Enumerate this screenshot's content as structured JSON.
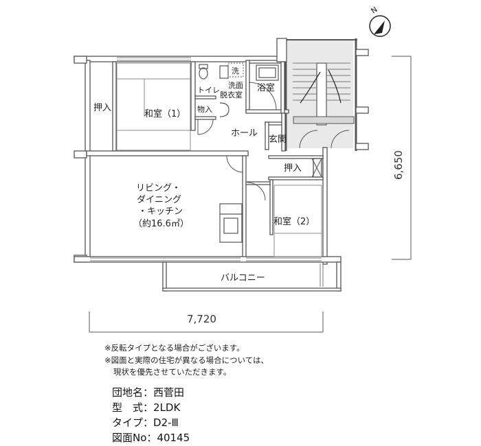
{
  "compass": {
    "label": "N"
  },
  "rooms": {
    "oshiire_left": "押入",
    "washitsu_1": "和室（1）",
    "toilet": "トイレ",
    "sen": "洗",
    "senmen": "洗面",
    "datsuishitsu": "脱衣室",
    "monoire": "物入",
    "yokushitsu": "浴室",
    "hall": "ホール",
    "genkan": "玄関",
    "oshiire_right": "押入",
    "ldk_line1": "リビング・",
    "ldk_line2": "ダイニング",
    "ldk_line3": "・キッチン",
    "ldk_area": "（約16.6㎡）",
    "washitsu_2": "和室（2）",
    "balcony": "バルコニー"
  },
  "dimensions": {
    "width": "7,720",
    "depth": "6,650"
  },
  "notes": [
    "※反転タイプとなる場合がございます。",
    "※図面と実際の住宅が異なる場合については、",
    "現状を優先させていただきます。"
  ],
  "specs": [
    {
      "key": "団地名",
      "sep": "：",
      "value": "西菅田"
    },
    {
      "key": "型　式",
      "sep": "：",
      "value": "2LDK"
    },
    {
      "key": "タイプ",
      "sep": "：",
      "value": "D2-Ⅲ"
    },
    {
      "key": "図面No",
      "sep": "：",
      "value": "40145"
    }
  ]
}
